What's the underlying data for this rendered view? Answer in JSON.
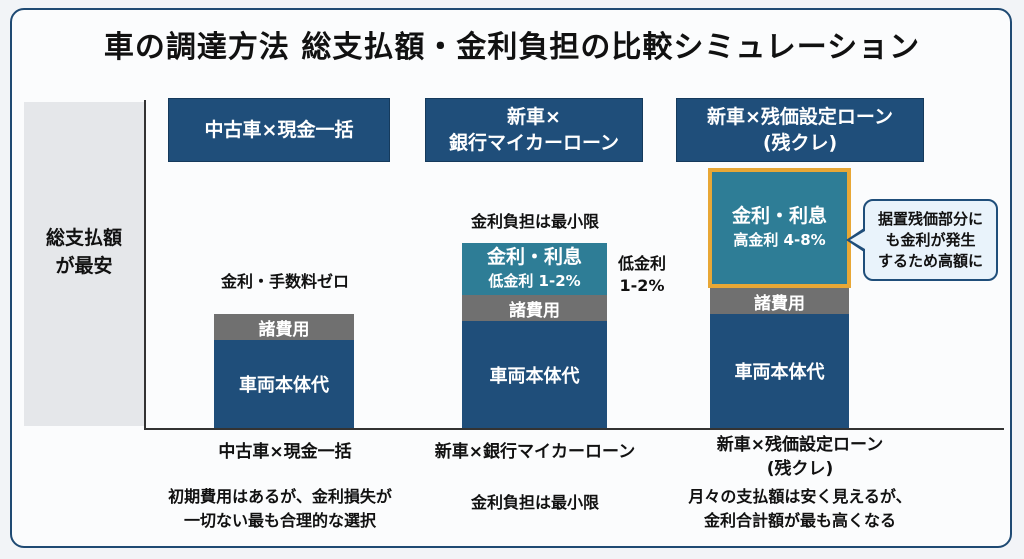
{
  "title": "車の調達方法 総支払額・金利負担の比較シミュレーション",
  "y_axis_label": [
    "総支払額",
    "が最安"
  ],
  "columns": [
    {
      "header": [
        "中古車×現金一括"
      ],
      "note": "金利・手数料ゼロ",
      "fees_label": "諸費用",
      "body_label": "車両本体代",
      "category": [
        "中古車×現金一括"
      ],
      "description": [
        "初期費用はあるが、金利損失が",
        "一切ない最も合理的な選択"
      ]
    },
    {
      "header": [
        "新車×",
        "銀行マイカーローン"
      ],
      "note": "金利負担は最小限",
      "interest_label": "金利・利息",
      "interest_rate": "低金利 1-2%",
      "side_note": [
        "低金利",
        "1-2%"
      ],
      "fees_label": "諸費用",
      "body_label": "車両本体代",
      "category": [
        "新車×銀行マイカーローン"
      ],
      "description": [
        "金利負担は最小限"
      ]
    },
    {
      "header": [
        "新車×残価設定ローン",
        "(残クレ)"
      ],
      "interest_label": "金利・利息",
      "interest_rate": "高金利 4-8%",
      "fees_label": "諸費用",
      "body_label": "車両本体代",
      "category": [
        "新車×残価設定ローン",
        "(残クレ)"
      ],
      "description": [
        "月々の支払額は安く見えるが、",
        "金利合計額が最も高くなる"
      ]
    }
  ],
  "callout": [
    "据置残価部分に",
    "も金利が発生",
    "するため高額に"
  ],
  "colors": {
    "navy": "#1f4e7a",
    "gray": "#707070",
    "teal": "#2e7d96",
    "highlight": "#e8a735"
  }
}
